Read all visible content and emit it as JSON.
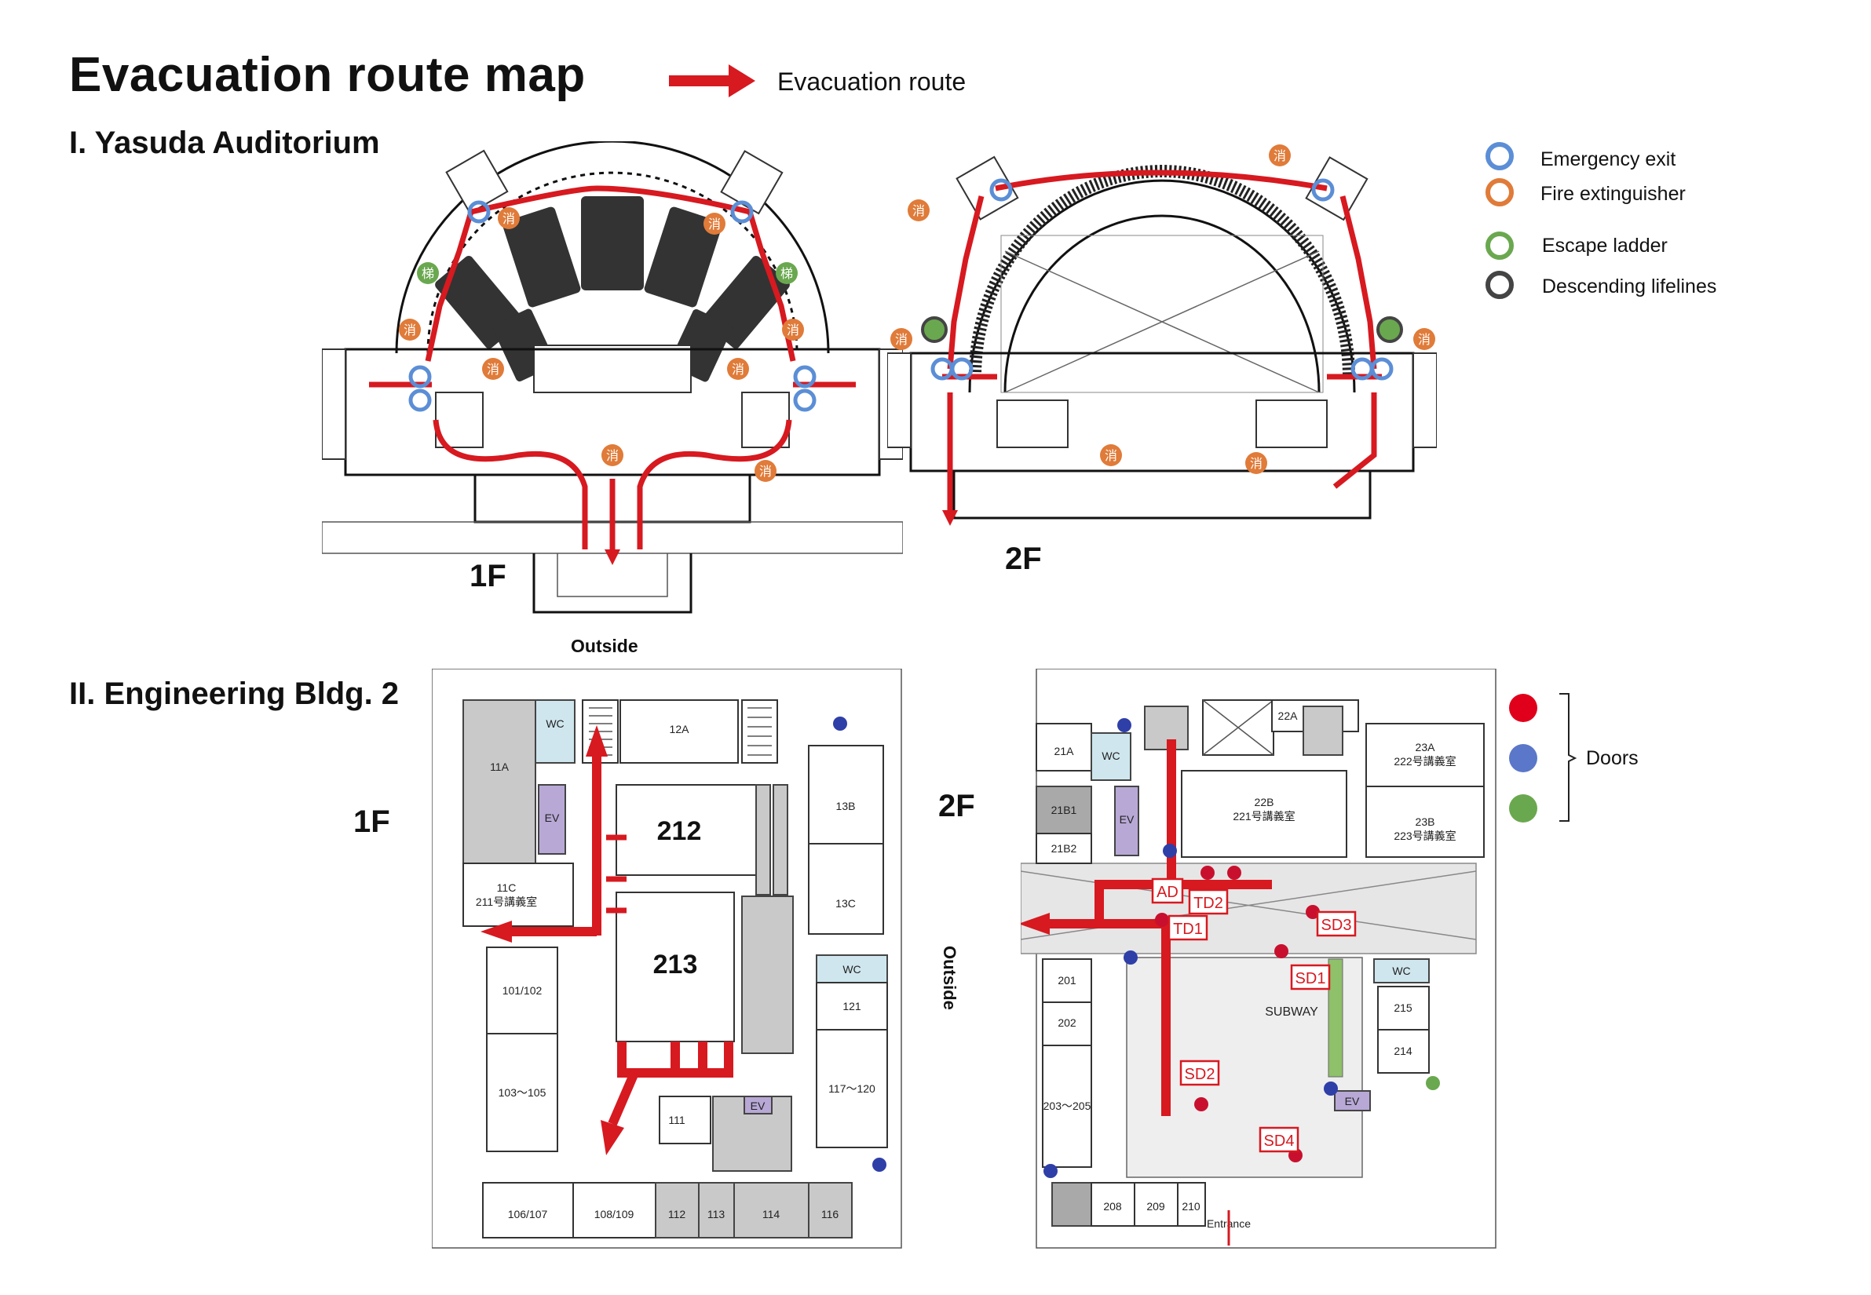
{
  "title": "Evacuation route map",
  "route_legend": {
    "label": "Evacuation route",
    "color": "#d71920"
  },
  "sections": {
    "auditorium": {
      "title": "I. Yasuda Auditorium",
      "floor1": "1F",
      "floor2": "2F",
      "outside": "Outside"
    },
    "engineering": {
      "title": "II. Engineering Bldg. 2",
      "floor1": "1F",
      "floor2": "2F",
      "outside": "Outside",
      "entrance": "Entrance"
    }
  },
  "legend_items": [
    {
      "label": "Emergency exit",
      "color": "#5b8ed6",
      "icon": "ring-icon"
    },
    {
      "label": "Fire extinguisher",
      "color": "#e07b39",
      "icon": "ring-icon"
    },
    {
      "label": "Escape ladder",
      "color": "#6aa84f",
      "icon": "ring-icon"
    },
    {
      "label": "Descending lifelines",
      "color": "#444444",
      "icon": "ring-icon"
    }
  ],
  "doors_legend": {
    "label": "Doors",
    "colors": [
      "#e0001b",
      "#5b77c9",
      "#6aa84f"
    ]
  },
  "fire_ext_glyph": "消",
  "ladder_glyph": "梯",
  "rooms_1f": {
    "r11a": "11A",
    "wc": "WC",
    "ev": "EV",
    "r12a": "12A",
    "r212": "212",
    "r13b": "13B",
    "r11c": "11C",
    "r11c_sub": "211号講義室",
    "r13c": "13C",
    "r213": "213",
    "r101": "101/102",
    "r103": "103～105",
    "r121": "121",
    "r117": "117～120",
    "r111": "111",
    "r106": "106/107",
    "r108": "108/109",
    "r112": "112",
    "r113": "113",
    "r114": "114",
    "r116": "116"
  },
  "rooms_2f": {
    "r21a": "21A",
    "wc": "WC",
    "ev": "EV",
    "r22a": "22A",
    "r23a": "23A",
    "r23a_sub": "222号講義室",
    "r21b1": "21B1",
    "r21b2": "21B2",
    "r22b": "22B",
    "r22b_sub": "221号講義室",
    "r23b": "23B",
    "r23b_sub": "223号講義室",
    "r201": "201",
    "r202": "202",
    "r203": "203～205",
    "subway": "SUBWAY",
    "r215": "215",
    "r214": "214",
    "r208": "208",
    "r209": "209",
    "r210": "210"
  },
  "door_tags": {
    "ad": "AD",
    "td2": "TD2",
    "td1": "TD1",
    "sd3": "SD3",
    "sd1": "SD1",
    "sd2": "SD2",
    "sd4": "SD4"
  }
}
